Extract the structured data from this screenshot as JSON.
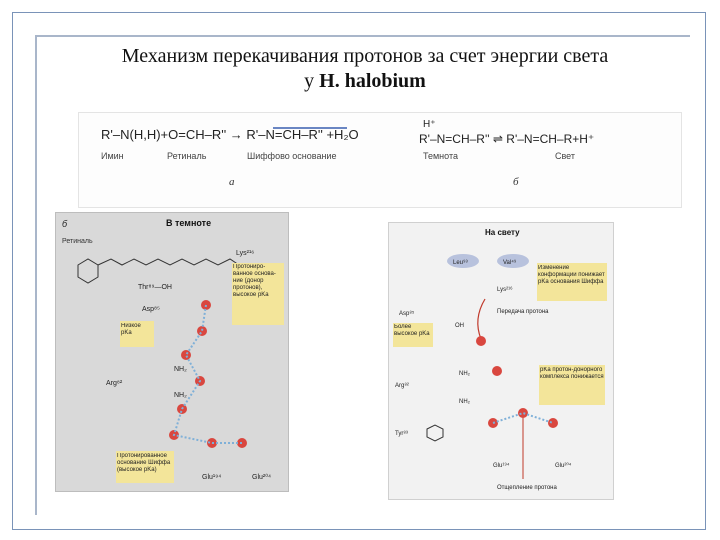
{
  "title": {
    "line1": "Механизм перекачивания протонов за счет энергии света",
    "line2_prefix": "у ",
    "line2_bold": "H. halobium"
  },
  "reaction_a": {
    "equation_left": "R'–N(H,H)+O=CH–R'' → R'–N=CH–R'' +H₂O",
    "label_imine": "Имин",
    "label_retinal": "Ретиналь",
    "label_schiff": "Шиффово основание",
    "panel_letter": "а"
  },
  "reaction_b": {
    "equation_top": "H⁺",
    "equation": "R'–N=CH–R'' ⇌ R'–N=CH–R+H⁺",
    "label_dark": "Темнота",
    "label_light": "Свет",
    "panel_letter": "б"
  },
  "dark_panel": {
    "letter": "б",
    "header": "В темноте",
    "retinal": "Ретиналь",
    "lys": "Lys²¹⁶",
    "thr": "Thr⁸⁹—OH",
    "asp": "Asp⁸⁵",
    "arg": "Arg⁸²",
    "note_proton_acceptor": "Протониро- ванное основа- ние (донор протонов), высокое pKa",
    "note_low_pka": "Низкое pKa",
    "note_schiff": "Протонированное основание Шиффа (высокое pKa)",
    "glu1": "Glu¹⁹⁴",
    "glu2": "Glu²⁰⁴",
    "nh2a": "NH₂",
    "nh2b": "NH₂"
  },
  "light_panel": {
    "header": "На свету",
    "leu": "Leu⁹³",
    "val": "Val⁴⁹",
    "lys": "Lys²¹⁶",
    "asp": "Asp⁸⁵",
    "arg": "Arg⁸²",
    "tyr": "Tyr⁸³",
    "glu1": "Glu¹⁹⁴",
    "glu2": "Glu²⁰⁴",
    "note_conformation": "Изменение конформации понижает pKa основания Шиффа",
    "note_transfer": "Передача протона",
    "note_higher_pka": "Более высокое pKa",
    "note_donor": "pKa протон-донорного комплекса понижается",
    "note_release": "Отщепление протона",
    "oh": "OH",
    "nh2a": "NH₂",
    "nh2b": "NH₂"
  }
}
